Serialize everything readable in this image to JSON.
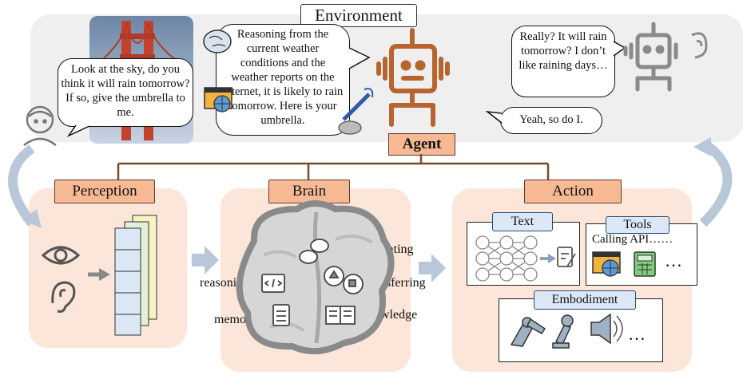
{
  "environment": {
    "title": "Environment"
  },
  "bubbles": {
    "user": "Look at the sky, do you think it will rain tomorrow? If so, give the umbrella to me.",
    "agent_reasoning": "Reasoning from the current weather conditions and the weather reports on the internet, it is likely to rain tomorrow. Here is your umbrella.",
    "other_agent": "Really? It will rain tomorrow? I don’t like raining days…",
    "agent_reply": "Yeah, so do I."
  },
  "agent": {
    "label": "Agent"
  },
  "perception": {
    "label": "Perception"
  },
  "brain": {
    "label": "Brain",
    "items": {
      "communicating": "communicating",
      "reasoning": "reasoning",
      "transferring": "transferring",
      "memory": "memory",
      "knowledge": "knowledge"
    }
  },
  "action": {
    "label": "Action",
    "text_label": "Text",
    "tools_label": "Tools",
    "tools_text": "Calling API……",
    "tools_more": "…",
    "embodiment_label": "Embodiment",
    "embodiment_more": "…"
  },
  "colors": {
    "env_bg": "#efefef",
    "section_bg": "#fbe6d9",
    "label_bg": "#f6b994",
    "robot_brown": "#b8642e",
    "robot_grey": "#8a8a8a",
    "mini_label_bg": "#dce8f6",
    "arrow_blue": "#9fb6ce"
  }
}
